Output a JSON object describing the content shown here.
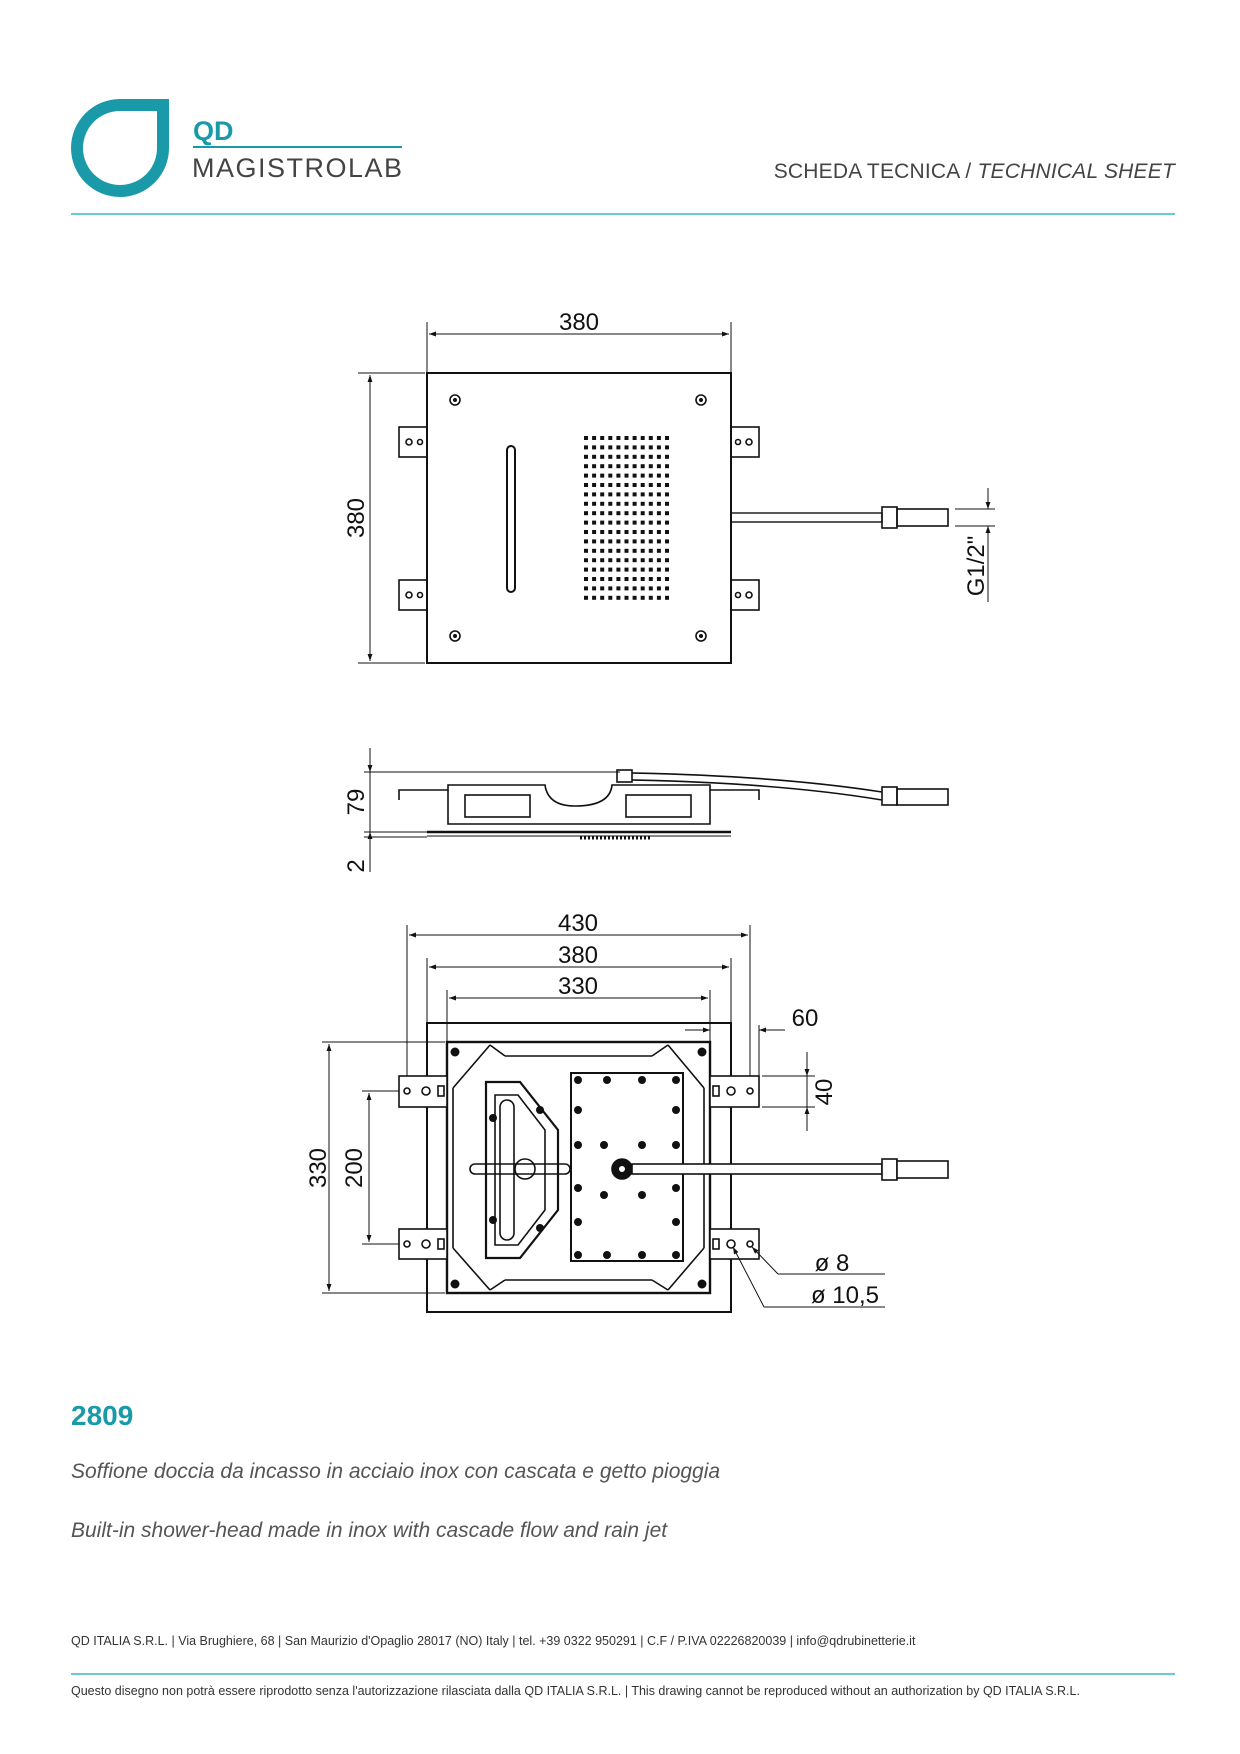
{
  "header": {
    "brand_top": "QD",
    "brand_bottom": "MAGISTROLAB",
    "title_it": "SCHEDA TECNICA",
    "separator": "/",
    "title_en": "TECHNICAL SHEET"
  },
  "drawing": {
    "top_view": {
      "width": "380",
      "height": "380",
      "connection": "G1/2\""
    },
    "side_view": {
      "height": "79",
      "offset": "2"
    },
    "bottom_view": {
      "overall_width": "430",
      "frame_width": "380",
      "plate_width": "330",
      "bracket_width": "60",
      "bracket_height": "40",
      "plate_height": "330",
      "bracket_spacing": "200",
      "hole_small": "ø 8",
      "hole_large": "ø 10,5"
    }
  },
  "product": {
    "code": "2809",
    "description_it": "Soffione doccia da incasso in acciaio inox con cascata e getto pioggia",
    "description_en": "Built-in shower-head made in inox with cascade flow and rain jet"
  },
  "footer": {
    "company": "QD ITALIA S.R.L. | Via Brughiere, 68 | San Maurizio d'Opaglio 28017 (NO) Italy | tel. +39 0322 950291 | C.F / P.IVA 02226820039 | info@qdrubinetterie.it",
    "disclaimer": "Questo disegno non potrà essere riprodotto senza l'autorizzazione rilasciata dalla QD ITALIA S.R.L. | This drawing cannot be reproduced without an authorization by QD ITALIA S.R.L."
  },
  "colors": {
    "brand": "#1a9aa8",
    "rule": "#6cc9cf"
  }
}
